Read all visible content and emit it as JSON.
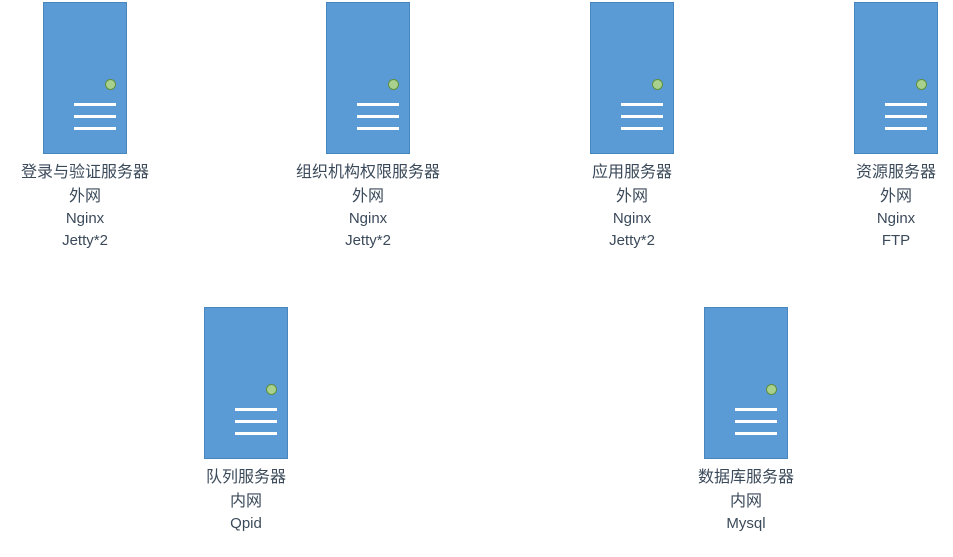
{
  "servers": [
    {
      "name": "登录与验证服务器",
      "network": "外网",
      "specs": [
        "Nginx",
        "Jetty*2"
      ]
    },
    {
      "name": "组织机构权限服务器",
      "network": "外网",
      "specs": [
        "Nginx",
        "Jetty*2"
      ]
    },
    {
      "name": "应用服务器",
      "network": "外网",
      "specs": [
        "Nginx",
        "Jetty*2"
      ]
    },
    {
      "name": "资源服务器",
      "network": "外网",
      "specs": [
        "Nginx",
        "FTP"
      ]
    },
    {
      "name": "队列服务器",
      "network": "内网",
      "specs": [
        "Qpid"
      ]
    },
    {
      "name": "数据库服务器",
      "network": "内网",
      "specs": [
        "Mysql"
      ]
    }
  ],
  "colors": {
    "server_body": "#5b9bd5",
    "server_led": "#a9d18e",
    "text": "#3b4a5a"
  },
  "icons": {
    "server": "server-tower-icon"
  }
}
